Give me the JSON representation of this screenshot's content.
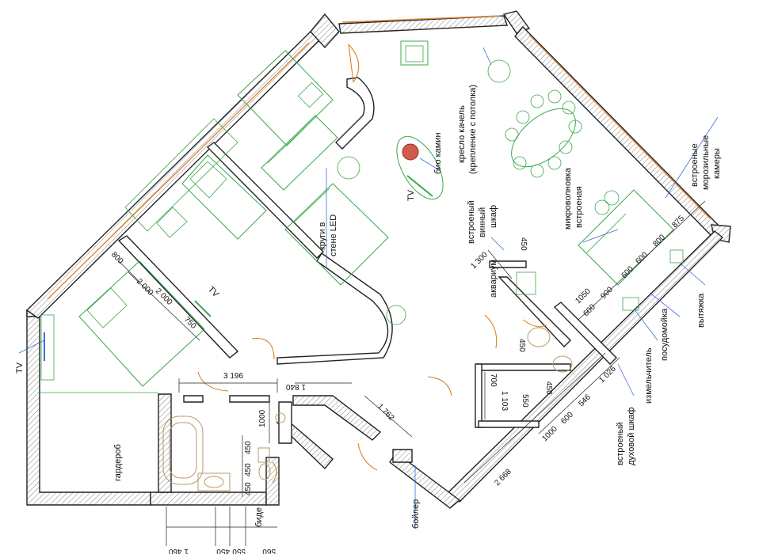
{
  "labels": {
    "tv_left": "TV",
    "tv_bedroom": "TV",
    "tv_center": "TV",
    "garderob": "гардероб",
    "boiler": "бойлер",
    "bide": "биде",
    "akvarium": "аквариум",
    "bio_kamin": "био камин",
    "kreslo_1": "кресло качель",
    "kreslo_2": "(крепление с потолка)",
    "krugi_1": "круги в",
    "krugi_2": "стене LED",
    "vinny_1": "встроеный",
    "vinny_2": "винный",
    "vinny_3": "шкаф",
    "mikro_1": "микроволновка",
    "mikro_2": "встроеная",
    "moroz_1": "встроеные",
    "moroz_2": "морозильные",
    "moroz_3": "камеры",
    "vytyazhka": "вытяжка",
    "posudomoyka": "посудомойка",
    "izmelchitel": "измельчитель",
    "duhovoy_1": "встроеный",
    "duhovoy_2": "духовой шкаф"
  },
  "dimensions": {
    "d3196": "3 196",
    "d1840": "1 840",
    "d1762": "1 762",
    "d2668": "2 668",
    "d1000_bath": "1000",
    "d450_a": "450",
    "d450_b": "450",
    "d450_c": "450",
    "d1460": "1 460",
    "d560": "560",
    "d550": "550",
    "d450_d": "450",
    "d2000": "2 000",
    "d2000b": "2 000",
    "d800": "800",
    "d750": "750",
    "d1300": "1 300",
    "d450_e": "450",
    "d1050": "1050",
    "d600_a": "600",
    "d900": "900",
    "d600_b": "600",
    "d600_c": "600",
    "d800b": "800",
    "d875": "875",
    "d1026": "1 026",
    "d546": "546",
    "d600_d": "600",
    "d1000_k": "1000",
    "d450_f": "450",
    "d450_g": "450",
    "d700": "700",
    "d1103": "1 103",
    "d550b": "550"
  },
  "colors": {
    "wall": "#222222",
    "furniture": "#3aa84a",
    "door": "#d97a1a",
    "window": "#e08a3a",
    "leader": "#3a6fd9",
    "sanitary": "#b89a6a",
    "fireplace": "#c0392b"
  }
}
